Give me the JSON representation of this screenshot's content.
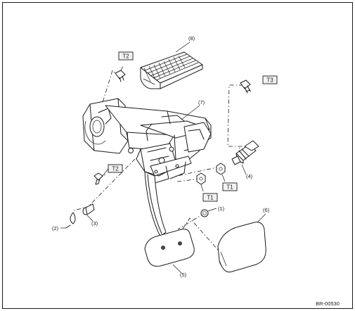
{
  "parts": [
    {
      "id": "p1",
      "label": "(1)"
    },
    {
      "id": "p2",
      "label": "(2)"
    },
    {
      "id": "p3",
      "label": "(3)"
    },
    {
      "id": "p4",
      "label": "(4)"
    },
    {
      "id": "p5",
      "label": "(5)"
    },
    {
      "id": "p6",
      "label": "(6)"
    },
    {
      "id": "p7",
      "label": "(7)"
    },
    {
      "id": "p8",
      "label": "(8)"
    }
  ],
  "torque_tags": [
    {
      "id": "t2_top",
      "label": "T2"
    },
    {
      "id": "t3",
      "label": "T3"
    },
    {
      "id": "t2_left",
      "label": "T2"
    },
    {
      "id": "t1_a",
      "label": "T1"
    },
    {
      "id": "t1_b",
      "label": "T1"
    }
  ],
  "figure_code": "BR-00530",
  "colors": {
    "line": "#1a1a1a",
    "background": "#ffffff",
    "tag_fill": "#f2f2f2",
    "shade": "#e6e6e6"
  }
}
